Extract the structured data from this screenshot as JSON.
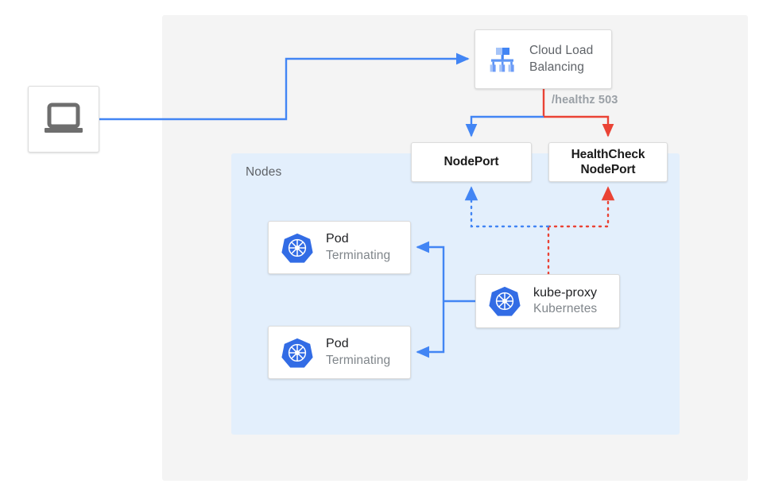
{
  "diagram": {
    "title_text": "",
    "colors": {
      "blue": "#4285F4",
      "red": "#EA4335",
      "panel_gray": "#F4F4F4",
      "panel_blue": "#E3EFFC",
      "k8s_blue": "#326CE5",
      "icon_gray": "#6E6E6E",
      "text_dark": "#202124",
      "text_muted": "#80868B"
    },
    "outer_panel": {
      "name": "cloud-region-panel"
    },
    "nodes_panel": {
      "label": "Nodes"
    },
    "client": {
      "icon": "laptop-icon",
      "label": ""
    },
    "load_balancer": {
      "icon": "cloud-load-balancing-icon",
      "line1": "Cloud Load",
      "line2": "Balancing"
    },
    "health_label": "/healthz 503",
    "nodeport": {
      "label": "NodePort"
    },
    "healthcheck_nodeport": {
      "line1": "HealthCheck",
      "line2": "NodePort"
    },
    "pods": [
      {
        "icon": "kubernetes-icon",
        "title": "Pod",
        "status": "Terminating"
      },
      {
        "icon": "kubernetes-icon",
        "title": "Pod",
        "status": "Terminating"
      }
    ],
    "kube_proxy": {
      "icon": "kubernetes-icon",
      "title": "kube-proxy",
      "subtitle": "Kubernetes"
    },
    "edges": [
      {
        "name": "client-to-load-balancer",
        "style": "solid",
        "color": "#4285F4"
      },
      {
        "name": "load-balancer-to-nodeport",
        "style": "solid",
        "color": "#4285F4"
      },
      {
        "name": "load-balancer-to-healthcheck-nodeport",
        "style": "solid",
        "color": "#EA4335"
      },
      {
        "name": "kube-proxy-to-nodeport",
        "style": "dotted",
        "color": "#4285F4"
      },
      {
        "name": "kube-proxy-to-healthcheck-nodeport",
        "style": "dotted",
        "color": "#EA4335"
      },
      {
        "name": "kube-proxy-to-pods",
        "style": "solid",
        "color": "#4285F4"
      }
    ]
  }
}
